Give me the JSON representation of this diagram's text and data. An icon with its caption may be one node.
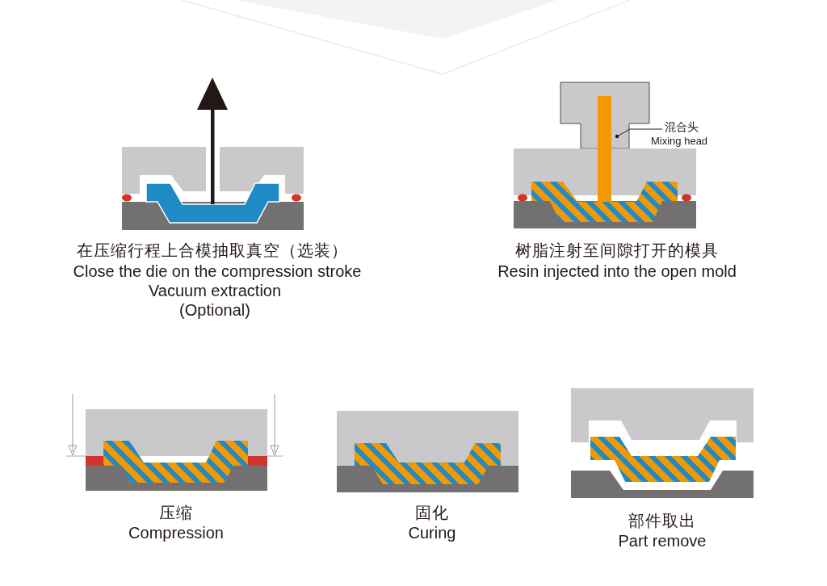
{
  "diagram": {
    "nodes": [
      {
        "text": [
          "混合头",
          "Mixing head"
        ]
      },
      {
        "text": [],
        "shape": "box"
      }
    ],
    "edges": [
      {
        "from": 0,
        "to": 1,
        "arrow": "other"
      }
    ],
    "labels": [
      "在压缩行程上合模抽取真空（选装）",
      "Close the die on the compression stroke",
      "Vacuum extraction",
      "(Optional)",
      "树脂注射至间隙打开的模具",
      "Resin injected into the open mold",
      "压缩",
      "Compression",
      "固化",
      "Curing",
      "部件取出",
      "Part remove"
    ]
  }
}
